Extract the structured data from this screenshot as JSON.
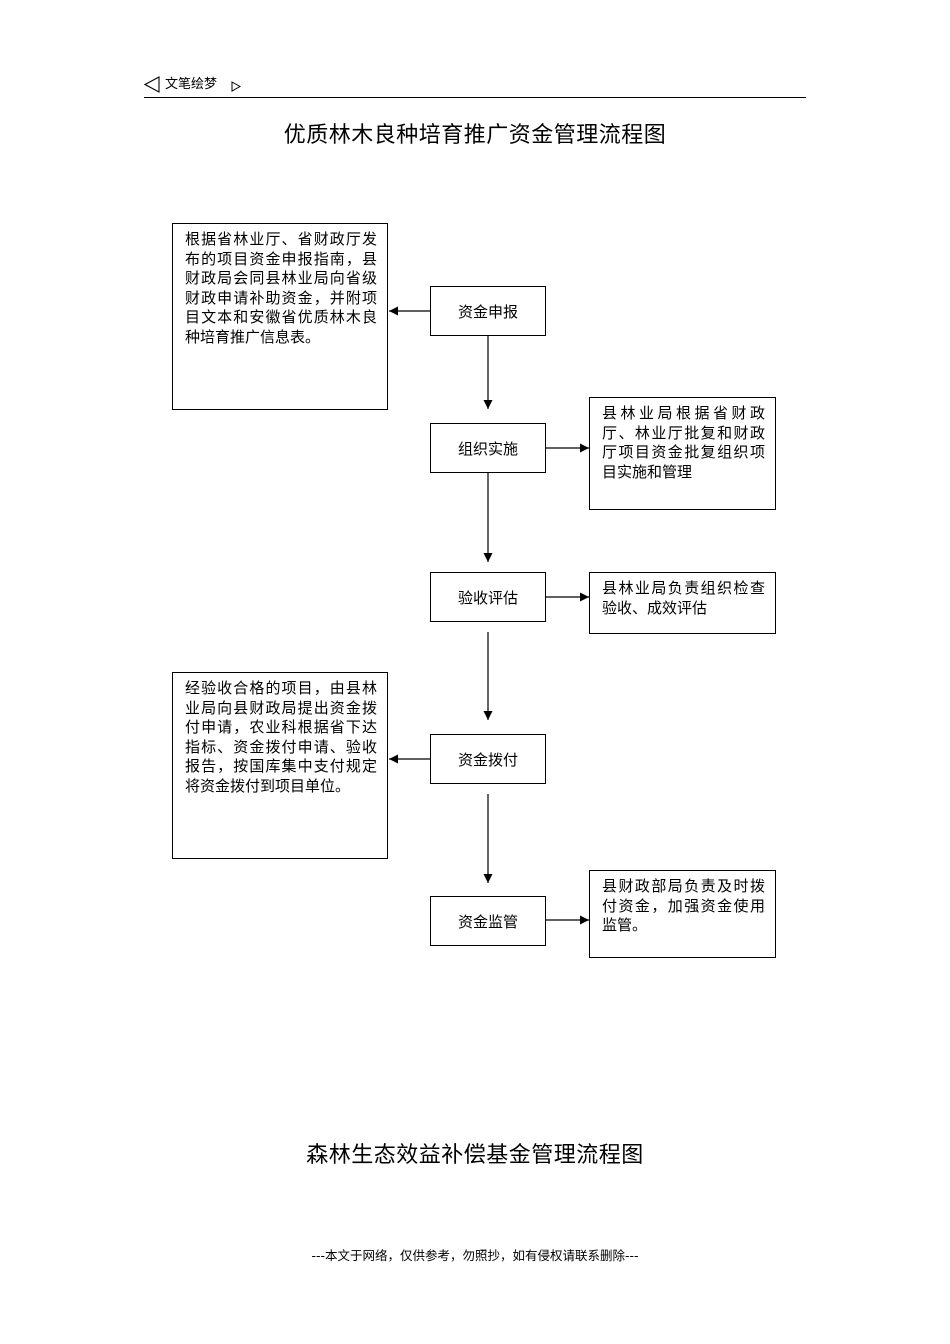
{
  "header": {
    "brand": "文笔绘梦",
    "left_icon": "triangle-left-icon",
    "right_icon": "triangle-right-icon"
  },
  "flowchart_1": {
    "title": "优质林木良种培育推广资金管理流程图",
    "steps": [
      {
        "label": "资金申报",
        "note": "根据省林业厅、省财政厅发布的项目资金申报指南，县财政局会同县林业局向省级财政申请补助资金，并附项目文本和安徽省优质林木良种培育推广信息表。",
        "note_side": "left"
      },
      {
        "label": "组织实施",
        "note": "县林业局根据省财政厅、林业厅批复和财政厅项目资金批复组织项目实施和管理",
        "note_side": "right"
      },
      {
        "label": "验收评估",
        "note": "县林业局负责组织检查验收、成效评估",
        "note_side": "right"
      },
      {
        "label": "资金拨付",
        "note": "经验收合格的项目，由县林业局向县财政局提出资金拨付申请，农业科根据省下达指标、资金拨付申请、验收报告，按国库集中支付规定将资金拨付到项目单位。",
        "note_side": "left"
      },
      {
        "label": "资金监管",
        "note": "县财政部局负责及时拨付资金，加强资金使用监管。",
        "note_side": "right"
      }
    ]
  },
  "flowchart_2": {
    "title": "森林生态效益补偿基金管理流程图"
  },
  "footer": {
    "text": "---本文于网络，仅供参考，勿照抄，如有侵权请联系删除---"
  }
}
